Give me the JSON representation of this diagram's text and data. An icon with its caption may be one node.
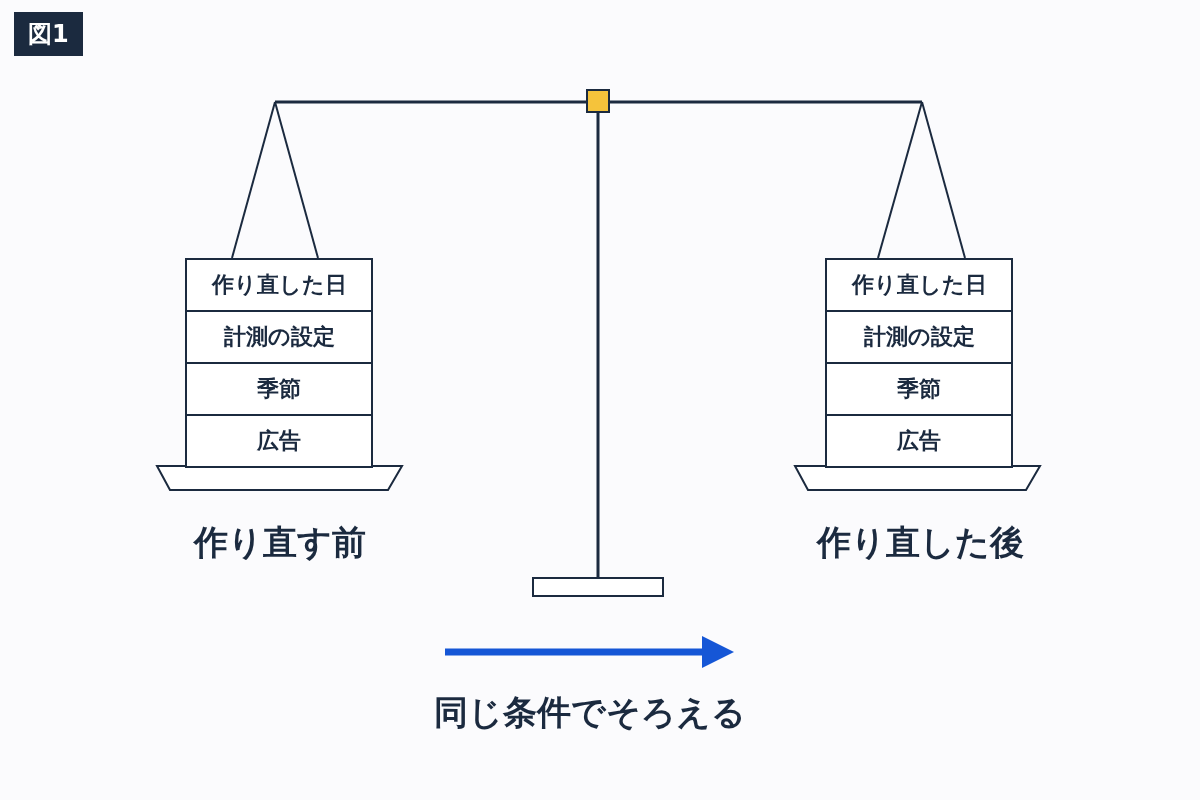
{
  "diagram": {
    "title": "図1",
    "nodes": [
      {
        "text": [
          "作り直した日"
        ]
      },
      {
        "text": [
          "計測の設定"
        ]
      },
      {
        "text": [
          "季節"
        ]
      },
      {
        "text": [
          "広告"
        ]
      },
      {
        "text": [
          "作り直した日"
        ]
      },
      {
        "text": [
          "計測の設定"
        ]
      },
      {
        "text": [
          "季節"
        ]
      },
      {
        "text": [
          "広告"
        ]
      }
    ],
    "labels": [
      "作り直す前",
      "作り直した後",
      "同じ条件でそろえる"
    ]
  }
}
